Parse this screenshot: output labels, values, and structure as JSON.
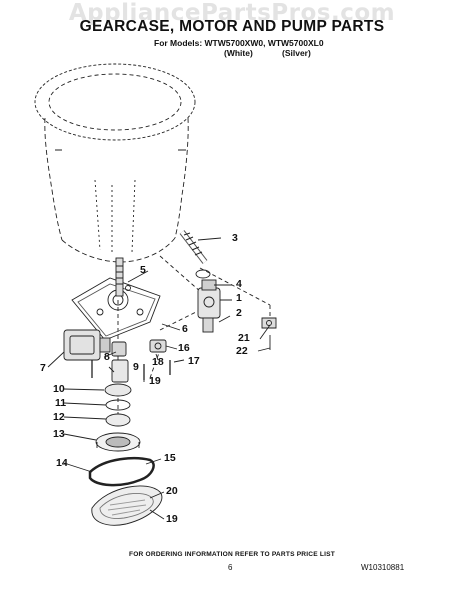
{
  "watermark": "AppliancePartsPros.com",
  "header": {
    "title": "GEARCASE, MOTOR AND PUMP PARTS",
    "models": "For Models: WTW5700XW0, WTW5700XL0",
    "variants": [
      "(White)",
      "(Silver)"
    ]
  },
  "callouts": [
    "3",
    "5",
    "4",
    "1",
    "2",
    "6",
    "16",
    "21",
    "22",
    "7",
    "8",
    "18",
    "17",
    "9",
    "19",
    "10",
    "11",
    "12",
    "13",
    "15",
    "14",
    "20",
    "19"
  ],
  "footer": {
    "note": "FOR ORDERING INFORMATION REFER TO PARTS PRICE LIST",
    "page": "6",
    "doc_number": "W10310881"
  }
}
